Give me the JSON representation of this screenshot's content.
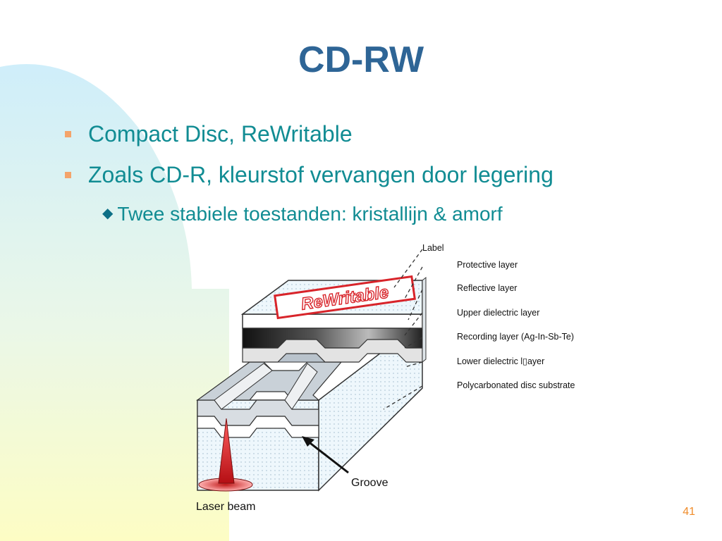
{
  "slide": {
    "title": "CD-RW",
    "bullets": [
      "Compact Disc, ReWritable",
      "Zoals CD-R, kleurstof vervangen door legering"
    ],
    "sub_bullets": [
      "Twee stabiele toestanden: kristallijn & amorf"
    ],
    "page_number": "41"
  },
  "figure": {
    "label_text": "ReWritable",
    "callouts": {
      "label": "Label",
      "protective": "Protective layer",
      "reflective": "Reflective layer",
      "upper_dielectric": "Upper dielectric layer",
      "recording": "Recording layer (Ag-In-Sb-Te)",
      "lower_dielectric": "Lower dielectric l▯ayer",
      "substrate": "Polycarbonated disc substrate",
      "groove": "Groove",
      "laser": "Laser beam"
    }
  },
  "colors": {
    "title": "#2e6596",
    "text": "#118c93",
    "bullet_marker": "#f4a46b",
    "page_number": "#f08c2a",
    "label_red": "#d8242a"
  }
}
